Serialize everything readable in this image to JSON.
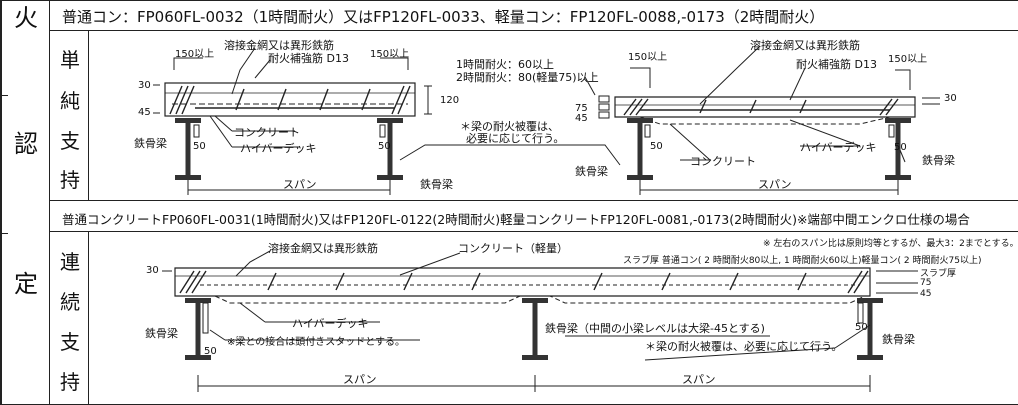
{
  "left_column": {
    "top": "火",
    "bottom1": "認",
    "bottom2": "定"
  },
  "section1": {
    "header": "普通コン：FP060FL-0032（1時間耐火）又はFP120FL-0033、軽量コン：FP120FL-0088,-0173（2時間耐火）",
    "side": [
      "単",
      "純",
      "支",
      "持"
    ],
    "d1": {
      "weld_mesh": "溶接金網又は異形鉄筋",
      "rebar": "耐火補強筋 D13",
      "min150a": "150以上",
      "min150b": "150以上",
      "dim30": "30",
      "dim45": "45",
      "dim120": "120",
      "concrete": "コンクリート",
      "deck": "ハイバーデッキ",
      "steel_beam": "鉄骨梁",
      "dim50a": "50",
      "dim50b": "50",
      "span": "スパン"
    },
    "mid_notes": {
      "fire1": "1時間耐火：60以上",
      "fire2": "2時間耐火：80(軽量75)以上",
      "note1": "＊梁の耐火被覆は、",
      "note2": "必要に応じて行う。",
      "steel_beam": "鉄骨梁"
    },
    "d2": {
      "weld_mesh": "溶接金網又は異形鉄筋",
      "rebar": "耐火補強筋 D13",
      "min150a": "150以上",
      "min150b": "150以上",
      "dim75": "75",
      "dim45": "45",
      "dim30": "30",
      "concrete": "コンクリート",
      "deck": "ハイバーデッキ",
      "steel_beam_l": "鉄骨梁",
      "steel_beam_r": "鉄骨梁",
      "dim50a": "50",
      "dim50b": "50",
      "span": "スパン"
    }
  },
  "section2": {
    "header": "普通コンクリートFP060FL-0031(1時間耐火)又はFP120FL-0122(2時間耐火)軽量コンクリートFP120FL-0081,-0173(2時間耐火)※端部中間エンクロ仕様の場合",
    "side": [
      "連",
      "続",
      "支",
      "持"
    ],
    "d3": {
      "note_ratio": "※ 左右のスパン比は原則均等とするが、最大3：2までとする。",
      "slab_note": "スラブ厚 普通コン( 2 時間耐火80以上, 1 時間耐火60以上)軽量コン( 2 時間耐火75以上)",
      "weld_mesh": "溶接金網又は異形鉄筋",
      "concrete_light": "コンクリート（軽量）",
      "dim30": "30",
      "slab_thick": "スラブ厚",
      "dim75": "75",
      "dim45": "45",
      "deck": "ハイバーデッキ",
      "stud_note": "※梁との接合は頭付きスタッドとする。",
      "steel_beam_l": "鉄骨梁",
      "steel_beam_mid": "鉄骨梁（中間の小梁レベルは大梁-45とする)",
      "beam_note": "＊梁の耐火被覆は、必要に応じて行う。",
      "steel_beam_r": "鉄骨梁",
      "dim50a": "50",
      "dim50b": "50",
      "span_l": "スパン",
      "span_r": "スパン"
    }
  }
}
